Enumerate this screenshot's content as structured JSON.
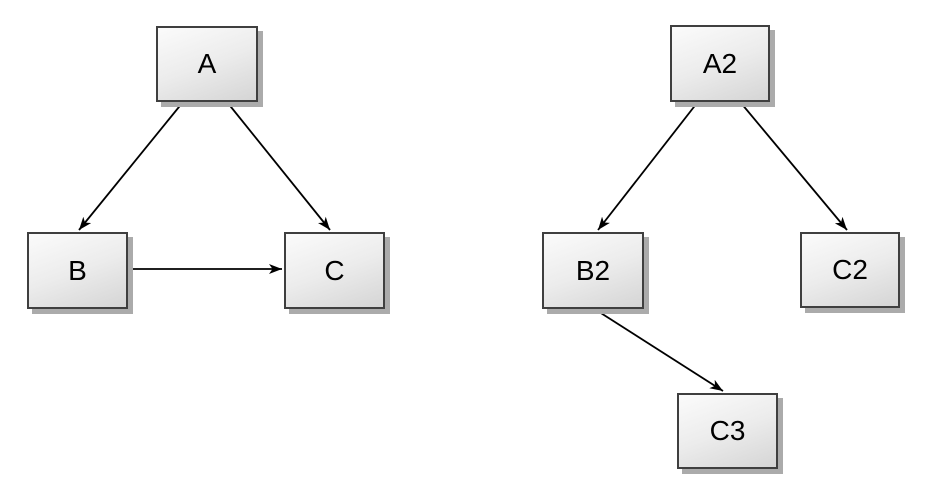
{
  "page": {
    "background_color": "#ffffff"
  },
  "colors": {
    "node_fill_light": "#fbfbfb",
    "node_fill_dark": "#d5d5d5",
    "node_border": "#3f3f3f",
    "node_shadow": "#ababab",
    "edge_stroke": "#000000",
    "label_text": "#000000"
  },
  "diagrams": [
    {
      "name": "left-graph",
      "nodes": [
        {
          "id": "A",
          "label": "A"
        },
        {
          "id": "B",
          "label": "B"
        },
        {
          "id": "C",
          "label": "C"
        }
      ],
      "edges": [
        {
          "from": "A",
          "to": "B"
        },
        {
          "from": "A",
          "to": "C"
        },
        {
          "from": "B",
          "to": "C"
        }
      ]
    },
    {
      "name": "right-graph",
      "nodes": [
        {
          "id": "A2",
          "label": "A2"
        },
        {
          "id": "B2",
          "label": "B2"
        },
        {
          "id": "C2",
          "label": "C2"
        },
        {
          "id": "C3",
          "label": "C3"
        }
      ],
      "edges": [
        {
          "from": "A2",
          "to": "B2"
        },
        {
          "from": "A2",
          "to": "C2"
        },
        {
          "from": "B2",
          "to": "C3"
        }
      ]
    }
  ]
}
